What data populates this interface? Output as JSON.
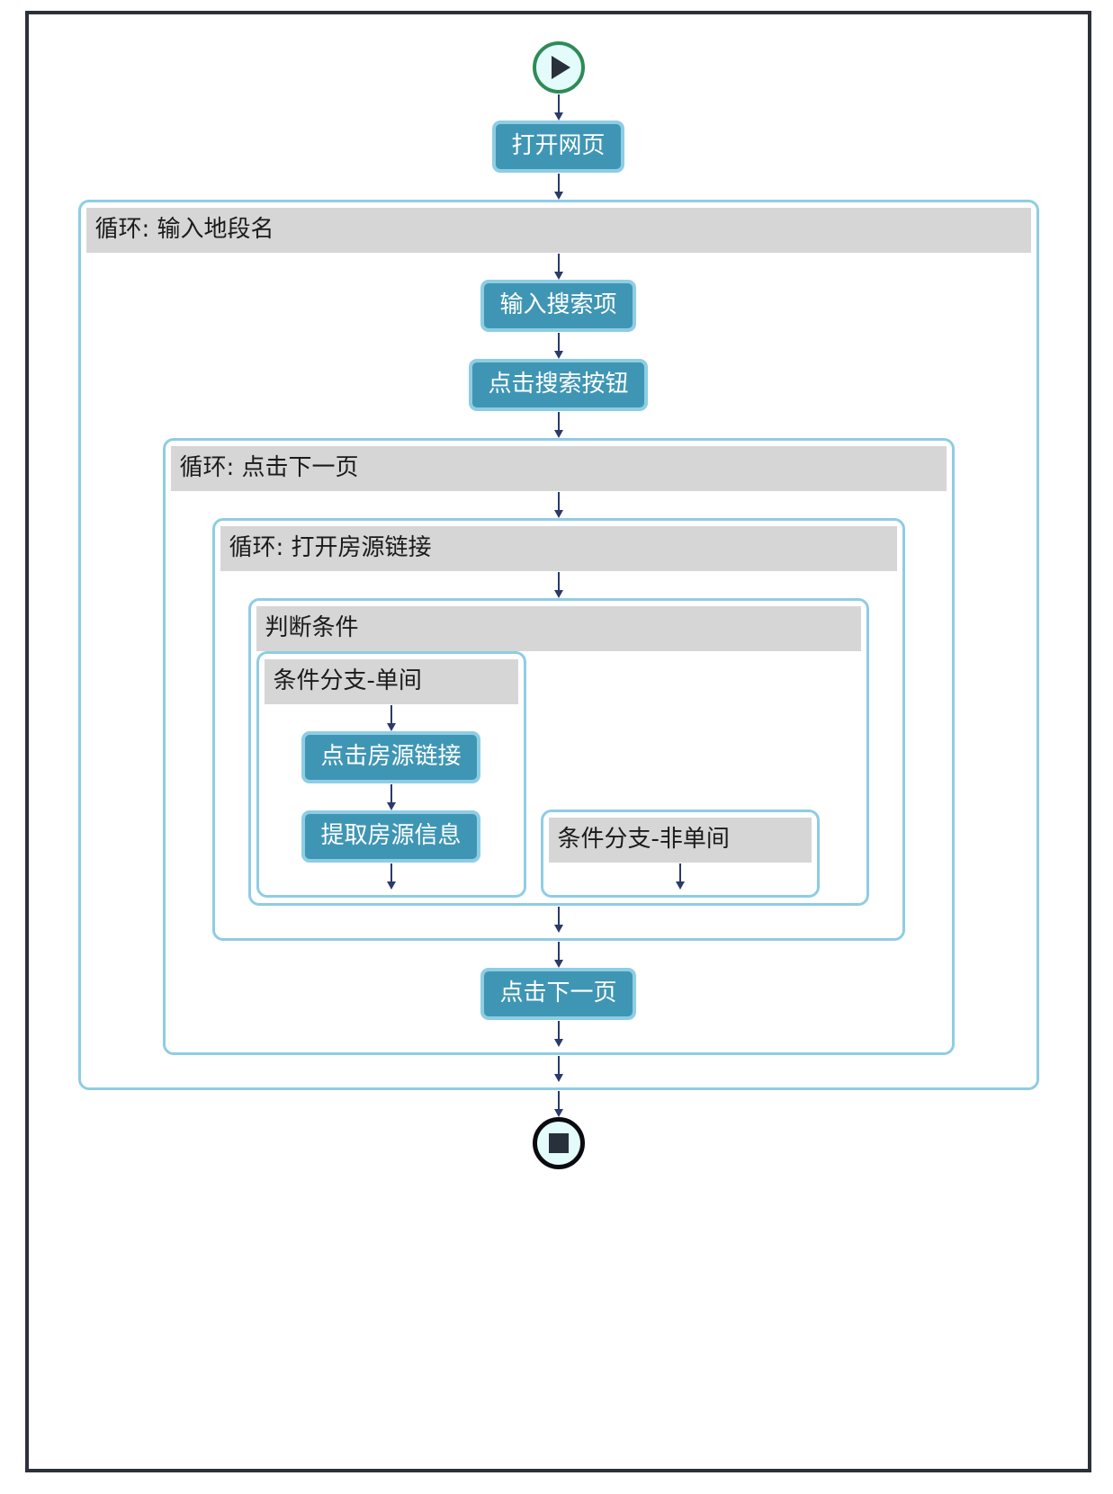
{
  "diagram": {
    "type": "flowchart",
    "title": "",
    "orientation": "top-to-bottom",
    "colors": {
      "frame_border": "#2b303a",
      "node_fill": "#3f96b4",
      "node_border": "#8ecde4",
      "node_text": "#ffffff",
      "container_border": "#8ecde4",
      "container_header_bg": "#d6d6d6",
      "container_header_text": "#1b1b1b",
      "arrow": "#2b3a6b",
      "start_ring": "#2e8b57",
      "end_ring": "#0b0b0f",
      "terminal_fill": "#e3fbfb"
    },
    "terminals": {
      "start_icon": "play-icon",
      "end_icon": "stop-icon"
    },
    "nodes": {
      "open_webpage": "打开网页",
      "input_search_term": "输入搜索项",
      "click_search_button": "点击搜索按钮",
      "click_house_link": "点击房源链接",
      "extract_house_info": "提取房源信息",
      "click_next_page": "点击下一页"
    },
    "containers": {
      "loop_district": "循环: 输入地段名",
      "loop_next_page": "循环: 点击下一页",
      "loop_open_house_link": "循环: 打开房源链接",
      "condition_judge": "判断条件",
      "branch_single_room": "条件分支-单间",
      "branch_non_single_room": "条件分支-非单间"
    }
  }
}
